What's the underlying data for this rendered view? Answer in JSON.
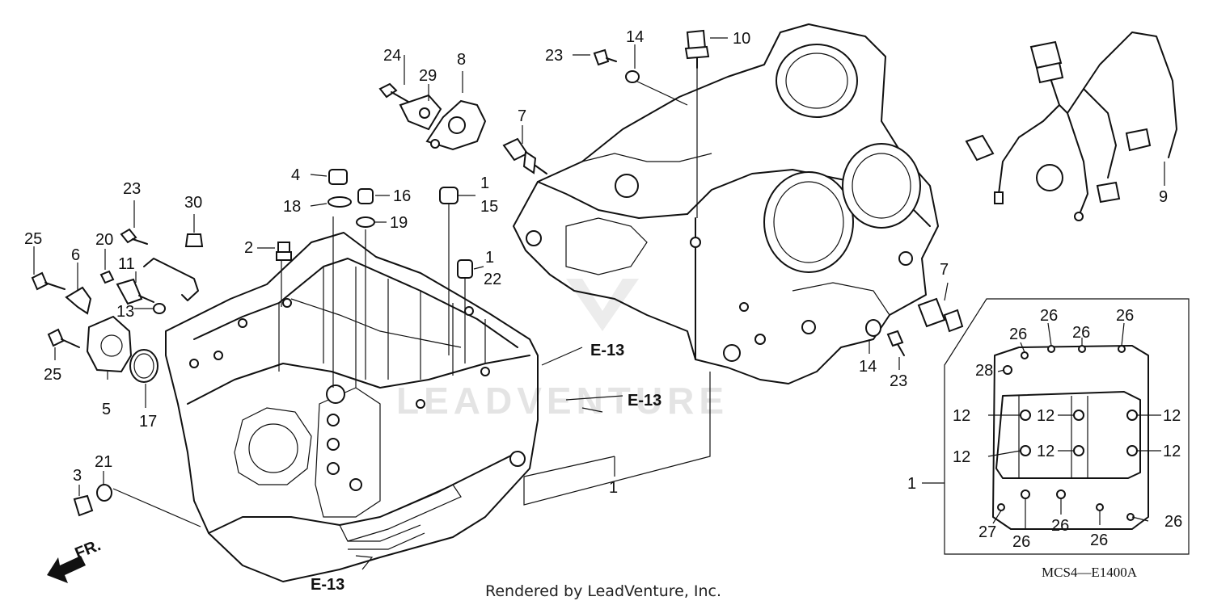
{
  "diagram": {
    "code": "MCS4—E1400A",
    "credit": "Rendered by LeadVenture, Inc.",
    "watermark": "LEADVENTURE",
    "front_label": "FR.",
    "refs": [
      "E-13",
      "E-13",
      "E-13"
    ],
    "callouts": [
      "1",
      "1",
      "1",
      "1",
      "2",
      "3",
      "4",
      "5",
      "6",
      "7",
      "7",
      "8",
      "9",
      "10",
      "11",
      "12",
      "12",
      "12",
      "12",
      "12",
      "12",
      "13",
      "14",
      "14",
      "15",
      "16",
      "17",
      "18",
      "19",
      "20",
      "21",
      "22",
      "23",
      "23",
      "23",
      "24",
      "25",
      "25",
      "26",
      "26",
      "26",
      "26",
      "26",
      "26",
      "26",
      "27",
      "28",
      "29",
      "30"
    ]
  }
}
